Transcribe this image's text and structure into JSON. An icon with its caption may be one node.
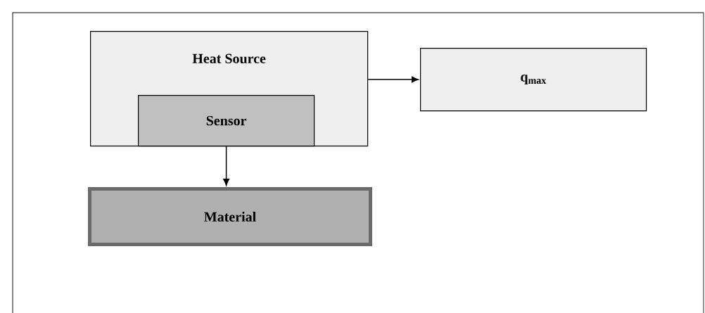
{
  "diagram": {
    "nodes": [
      {
        "text": [
          "Heat Source"
        ]
      },
      {
        "text": [
          "Sensor"
        ],
        "in": 0
      },
      {
        "text": [
          "q$_{max}$"
        ]
      },
      {
        "text": [
          "Material"
        ]
      }
    ],
    "edges": [
      {
        "from": 0,
        "to": 2,
        "arrow": "to"
      },
      {
        "from": 1,
        "to": 3,
        "arrow": "to"
      }
    ]
  }
}
